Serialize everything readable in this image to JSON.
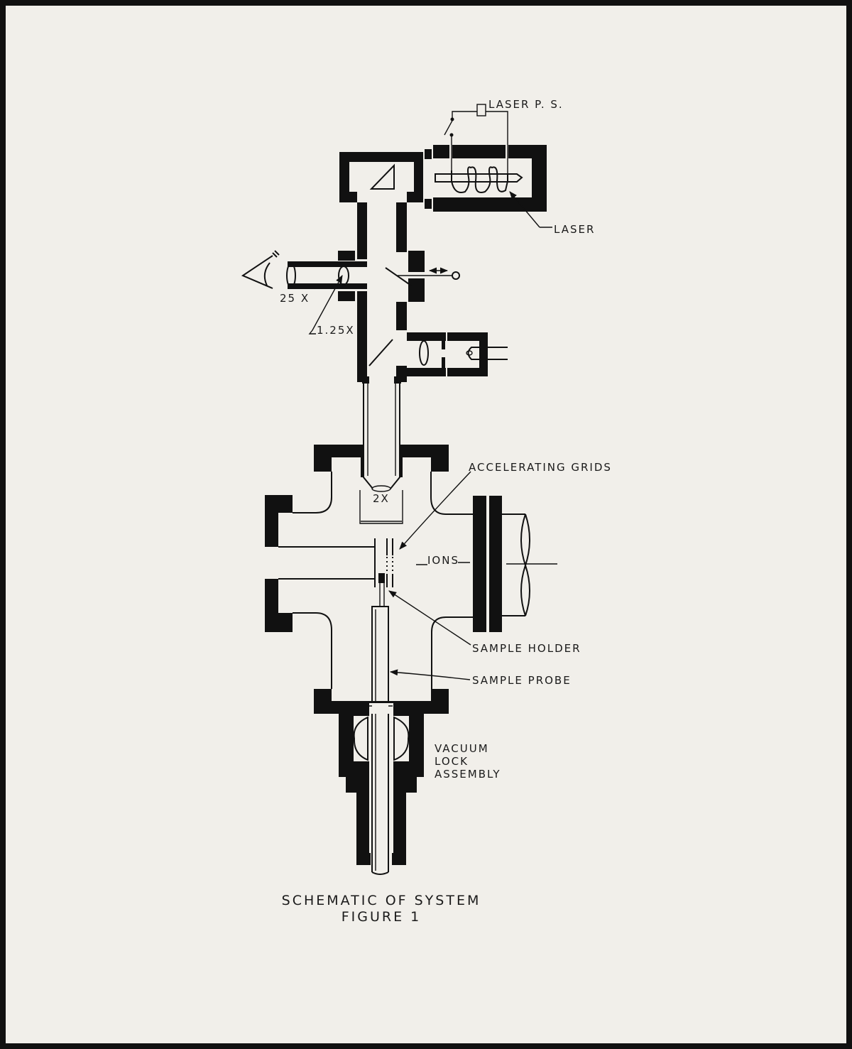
{
  "figure": {
    "title": "SCHEMATIC OF SYSTEM",
    "number": "FIGURE 1"
  },
  "labels": {
    "laser_ps": "LASER P. S.",
    "laser": "LASER",
    "eyepiece_mag": "25 X",
    "objective_mag": "1.25X",
    "lens_mag": "2X",
    "accelerating_grids": "ACCELERATING GRIDS",
    "ions": "IONS",
    "sample_holder": "SAMPLE HOLDER",
    "sample_probe": "SAMPLE PROBE",
    "vacuum_lock": [
      "VACUUM",
      "LOCK",
      "ASSEMBLY"
    ]
  },
  "colors": {
    "ink": "#111111",
    "paper": "#f1efea",
    "frame": "#111111"
  }
}
